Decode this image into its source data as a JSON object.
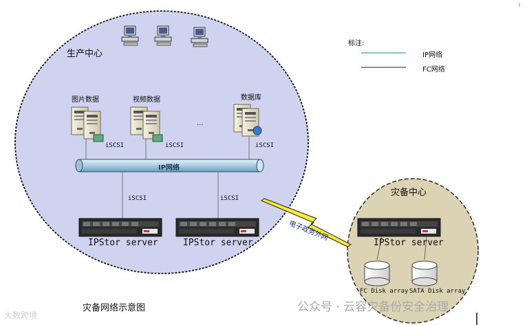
{
  "production": {
    "title": "生产中心",
    "servers": [
      {
        "label": "图片数据",
        "iscsi": "iSCSI"
      },
      {
        "label": "视频数据",
        "iscsi": "iSCSI"
      },
      {
        "label": "数据库",
        "iscsi": "iSCSI"
      }
    ],
    "ellipsis": "...",
    "ip_bus": "IP网络",
    "uplink_labels": [
      "iSCSI",
      "iSCSI"
    ],
    "ipstor": [
      "IPStor server",
      "IPStor server"
    ]
  },
  "dr": {
    "title": "灾备中心",
    "ipstor": "IPStor server",
    "disks": [
      "FC Disk array",
      "SATA Disk array"
    ]
  },
  "link": {
    "label": "电子政务外网"
  },
  "legend": {
    "title": "标注:",
    "items": [
      {
        "label": "IP网络",
        "color": "#2fb58a"
      },
      {
        "label": "FC网络",
        "color": "#8b2f48"
      }
    ]
  },
  "caption": "灾备网络示意图",
  "watermark": {
    "left": "大数跨境",
    "right": "公众号 · 云容灾备份安全治理"
  },
  "colors": {
    "circle_fill": "#cfd3ef",
    "dr_fill": "#dcd2b4",
    "bus_fill": "#b9d8ea"
  }
}
